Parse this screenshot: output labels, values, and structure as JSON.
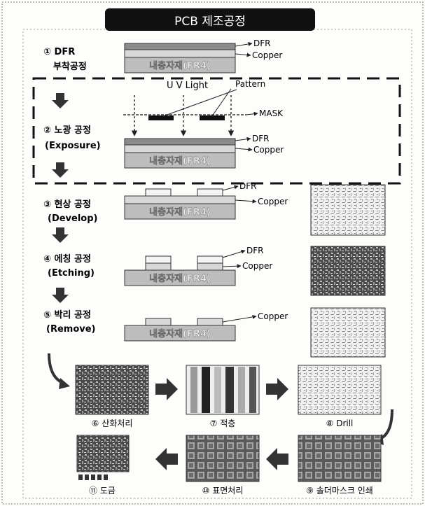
{
  "title": "PCB 제조공정",
  "base_label": "내층자재(FR4)",
  "labels": {
    "dfr": "DFR",
    "copper": "Copper",
    "mask": "MASK",
    "pattern": "Pattern",
    "uv": "U V Light"
  },
  "steps": [
    {
      "name": "① DFR",
      "sub": "부착공정"
    },
    {
      "name": "② 노광 공정",
      "sub": "(Exposure)"
    },
    {
      "name": "③ 현상 공정",
      "sub": "(Develop)"
    },
    {
      "name": "④ 에칭 공정",
      "sub": "(Etching)"
    },
    {
      "name": "⑤ 박리 공정",
      "sub": "(Remove)"
    }
  ],
  "flow": {
    "s6": "⑥ 산화처리",
    "s7": "⑦ 적층",
    "s8": "⑧ Drill",
    "s9": "⑨ 솔더마스크 인쇄",
    "s10": "⑩ 표면처리",
    "s11": "⑪ 도금"
  },
  "colors": {
    "dfr": "#9a9a9a",
    "copper": "#d8d8d8",
    "base": "#c8c8c8",
    "title_bg": "#111111",
    "arrow": "#333333"
  }
}
